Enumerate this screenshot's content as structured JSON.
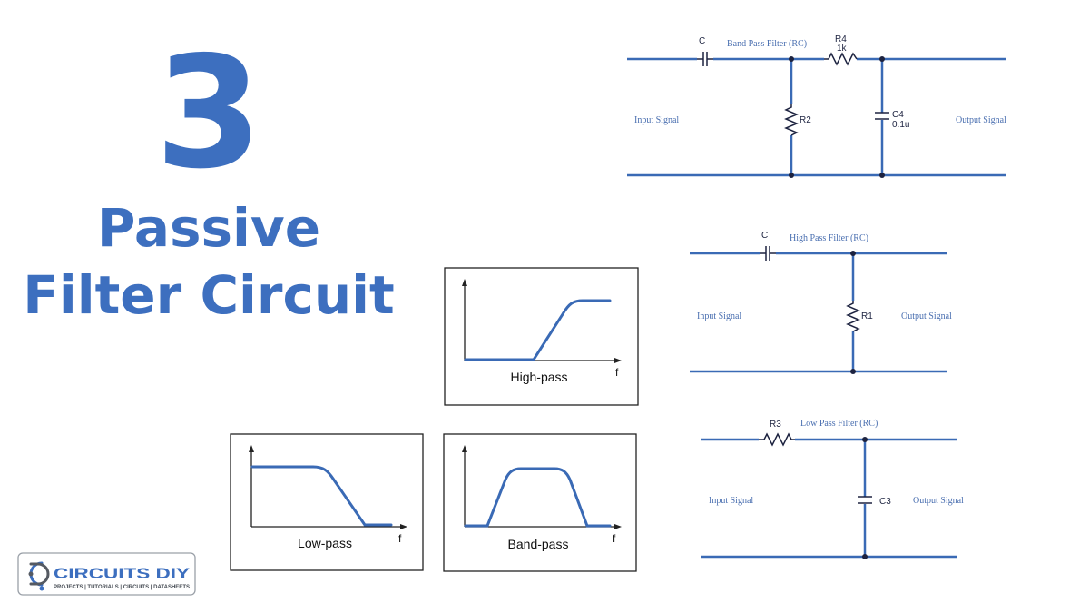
{
  "title": {
    "number": "3",
    "line1": "Passive",
    "line2": "Filter Circuit"
  },
  "colors": {
    "brand_blue": "#3d6fbf",
    "wire": "#3a6ab5",
    "component": "#1d2340",
    "label": "#4a6fb0"
  },
  "circuits": {
    "band_pass": {
      "title": "Band Pass Filter (RC)",
      "capacitor": "C",
      "r4": "R4",
      "r4_value": "1k",
      "r2": "R2",
      "c4": "C4",
      "c4_value": "0.1u",
      "input": "Input Signal",
      "output": "Output Signal"
    },
    "high_pass": {
      "title": "High Pass Filter (RC)",
      "capacitor": "C",
      "r1": "R1",
      "input": "Input Signal",
      "output": "Output Signal"
    },
    "low_pass": {
      "title": "Low Pass Filter (RC)",
      "r3": "R3",
      "c3": "C3",
      "input": "Input Signal",
      "output": "Output Signal"
    }
  },
  "response_graphs": {
    "high_pass": {
      "label": "High-pass",
      "axis": "f"
    },
    "low_pass": {
      "label": "Low-pass",
      "axis": "f"
    },
    "band_pass": {
      "label": "Band-pass",
      "axis": "f"
    }
  },
  "logo": {
    "name": "CIRCUITS DIY",
    "tagline": "PROJECTS | TUTORIALS | CIRCUITS | DATASHEETS"
  }
}
